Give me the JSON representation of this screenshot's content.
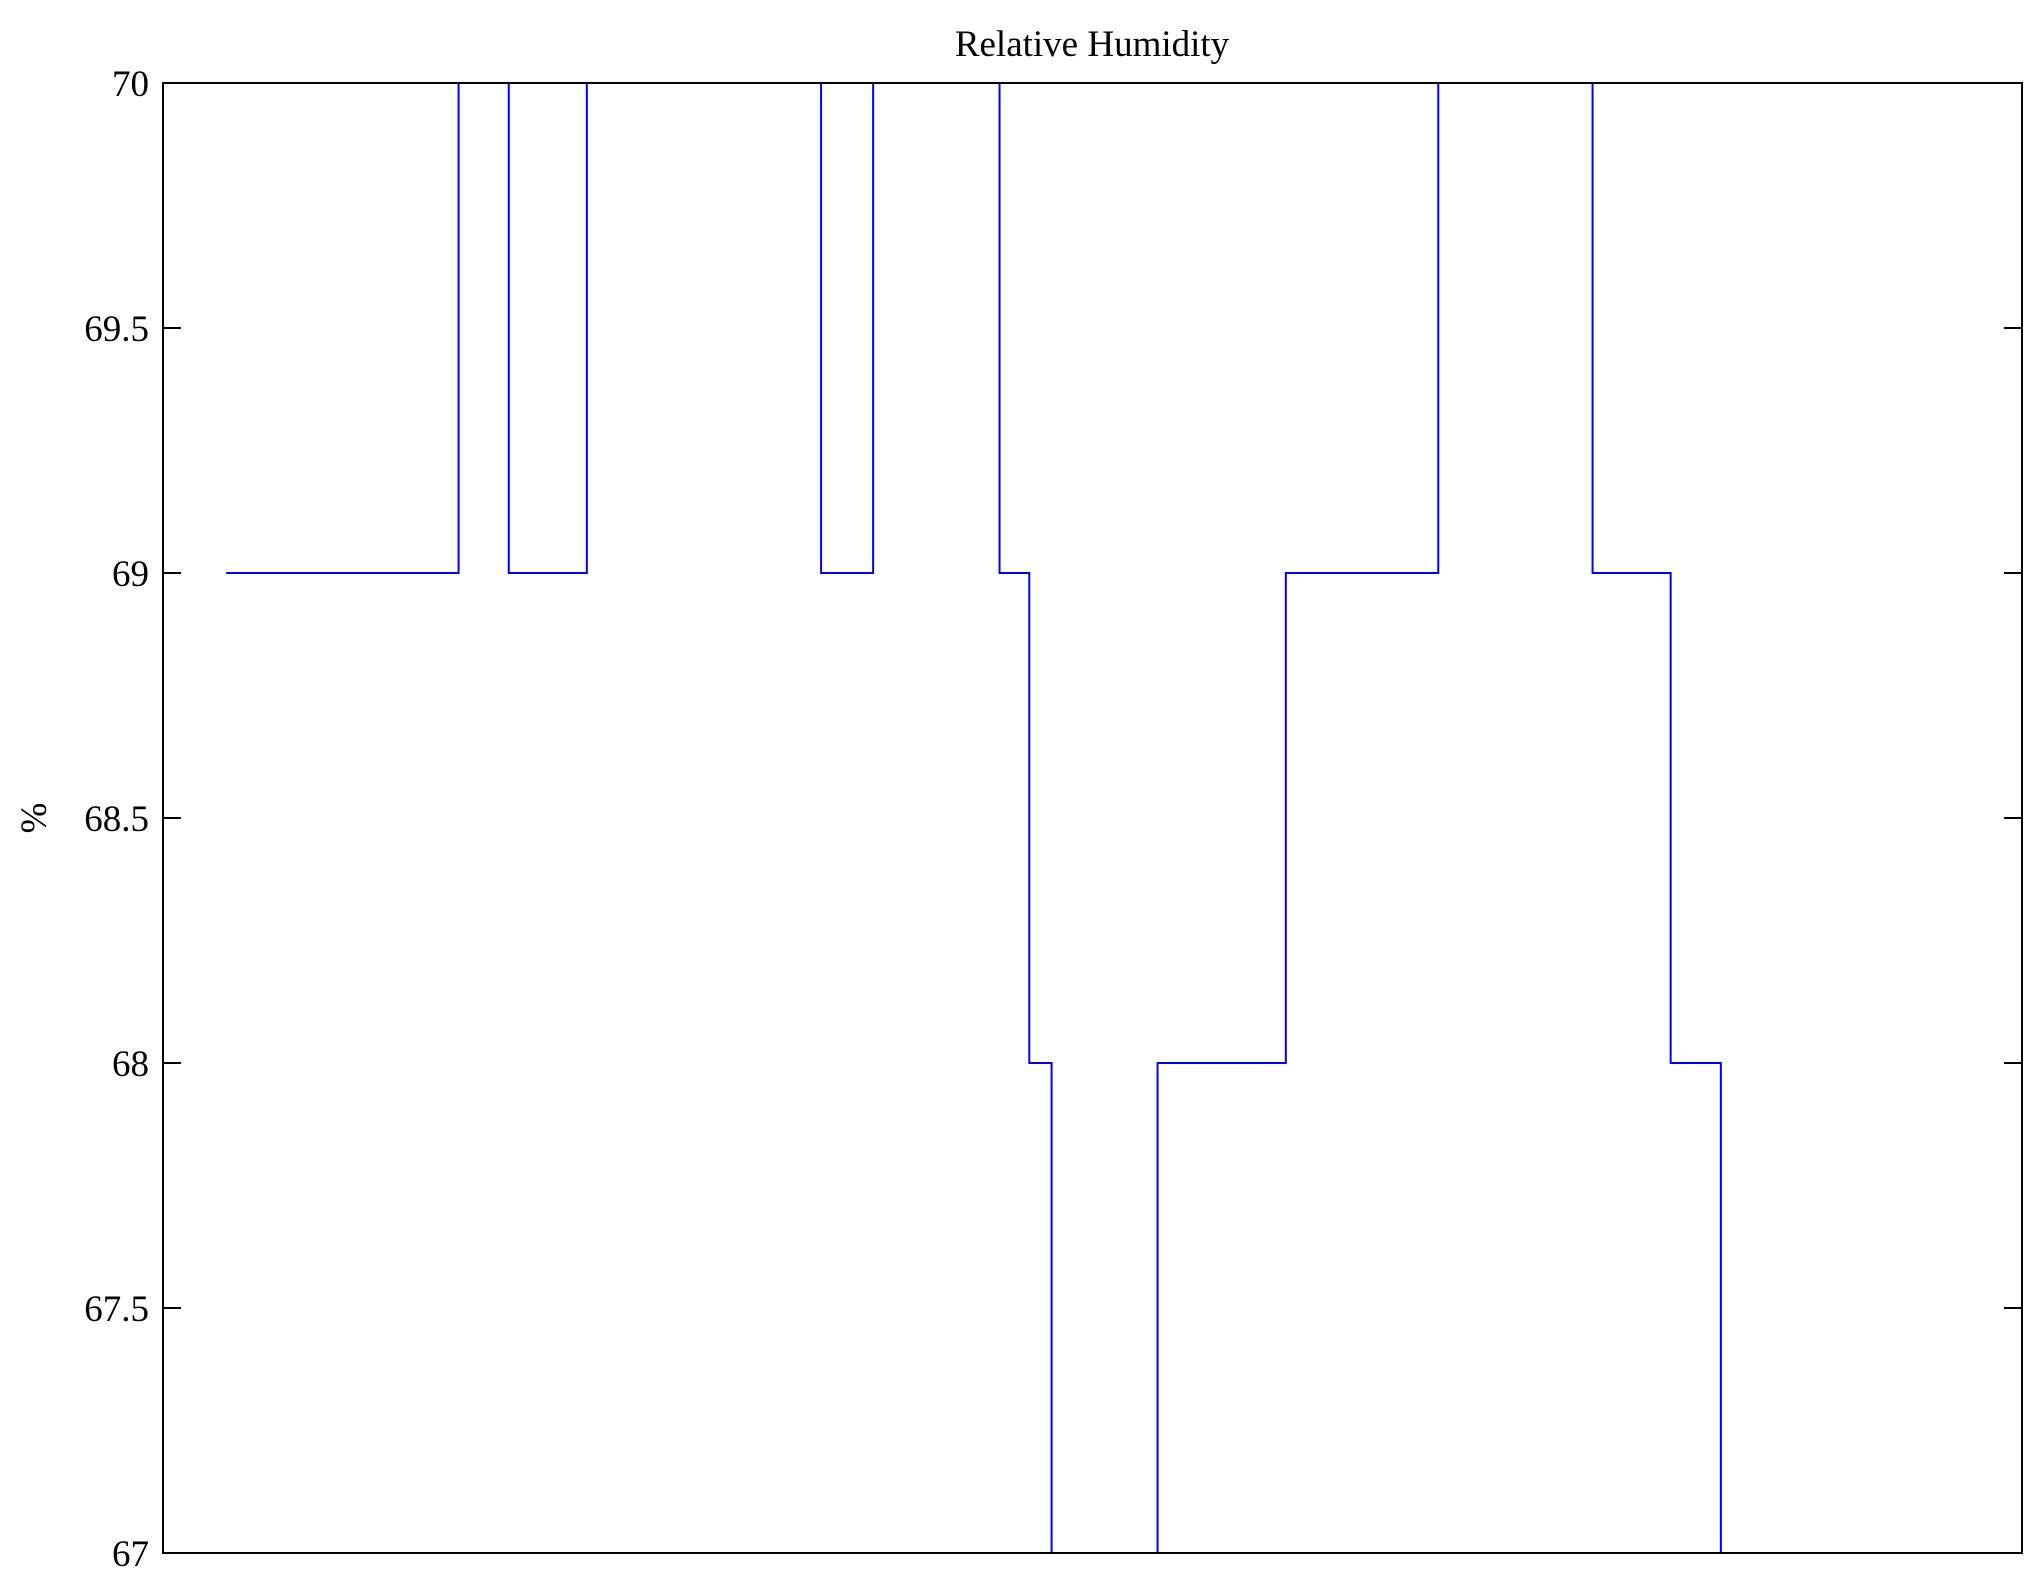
{
  "chart_data": {
    "type": "line",
    "style": "step",
    "title": "Relative Humidity",
    "xlabel": "",
    "ylabel": "%",
    "xlim": [
      0,
      100
    ],
    "ylim": [
      67,
      70
    ],
    "yticks": [
      67,
      67.5,
      68,
      68.5,
      69,
      69.5,
      70
    ],
    "ytick_labels": [
      "67",
      "67.5",
      "68",
      "68.5",
      "69",
      "69.5",
      "70"
    ],
    "grid": false,
    "series": [
      {
        "name": "Relative Humidity",
        "color": "#0000ff",
        "x": [
          3.4,
          15.9,
          18.6,
          22.8,
          35.4,
          38.2,
          45.0,
          46.6,
          47.8,
          53.5,
          60.4,
          68.6,
          76.9,
          81.1,
          83.8,
          86.5
        ],
        "y": [
          69,
          70,
          69,
          70,
          69,
          70,
          69,
          68,
          67,
          68,
          69,
          70,
          69,
          68,
          67,
          67
        ]
      }
    ]
  }
}
